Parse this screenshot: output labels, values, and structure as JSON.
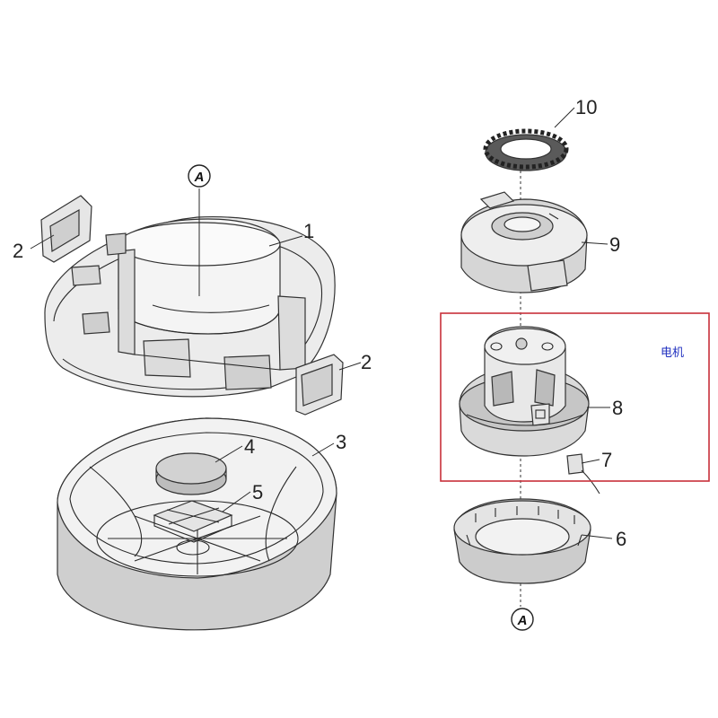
{
  "colors": {
    "part_fill": "#ececec",
    "part_shade": "#cfcfcf",
    "part_dark": "#8a8a8a",
    "line": "#333333",
    "highlight_box": "#c8303a",
    "note_text": "#1f2fbf"
  },
  "markers": {
    "top": "A",
    "bottom": "A"
  },
  "callouts": {
    "c1": "1",
    "c2a": "2",
    "c2b": "2",
    "c3": "3",
    "c4": "4",
    "c5": "5",
    "c6": "6",
    "c7": "7",
    "c8": "8",
    "c9": "9",
    "c10": "10"
  },
  "highlight": {
    "note": "电机"
  }
}
